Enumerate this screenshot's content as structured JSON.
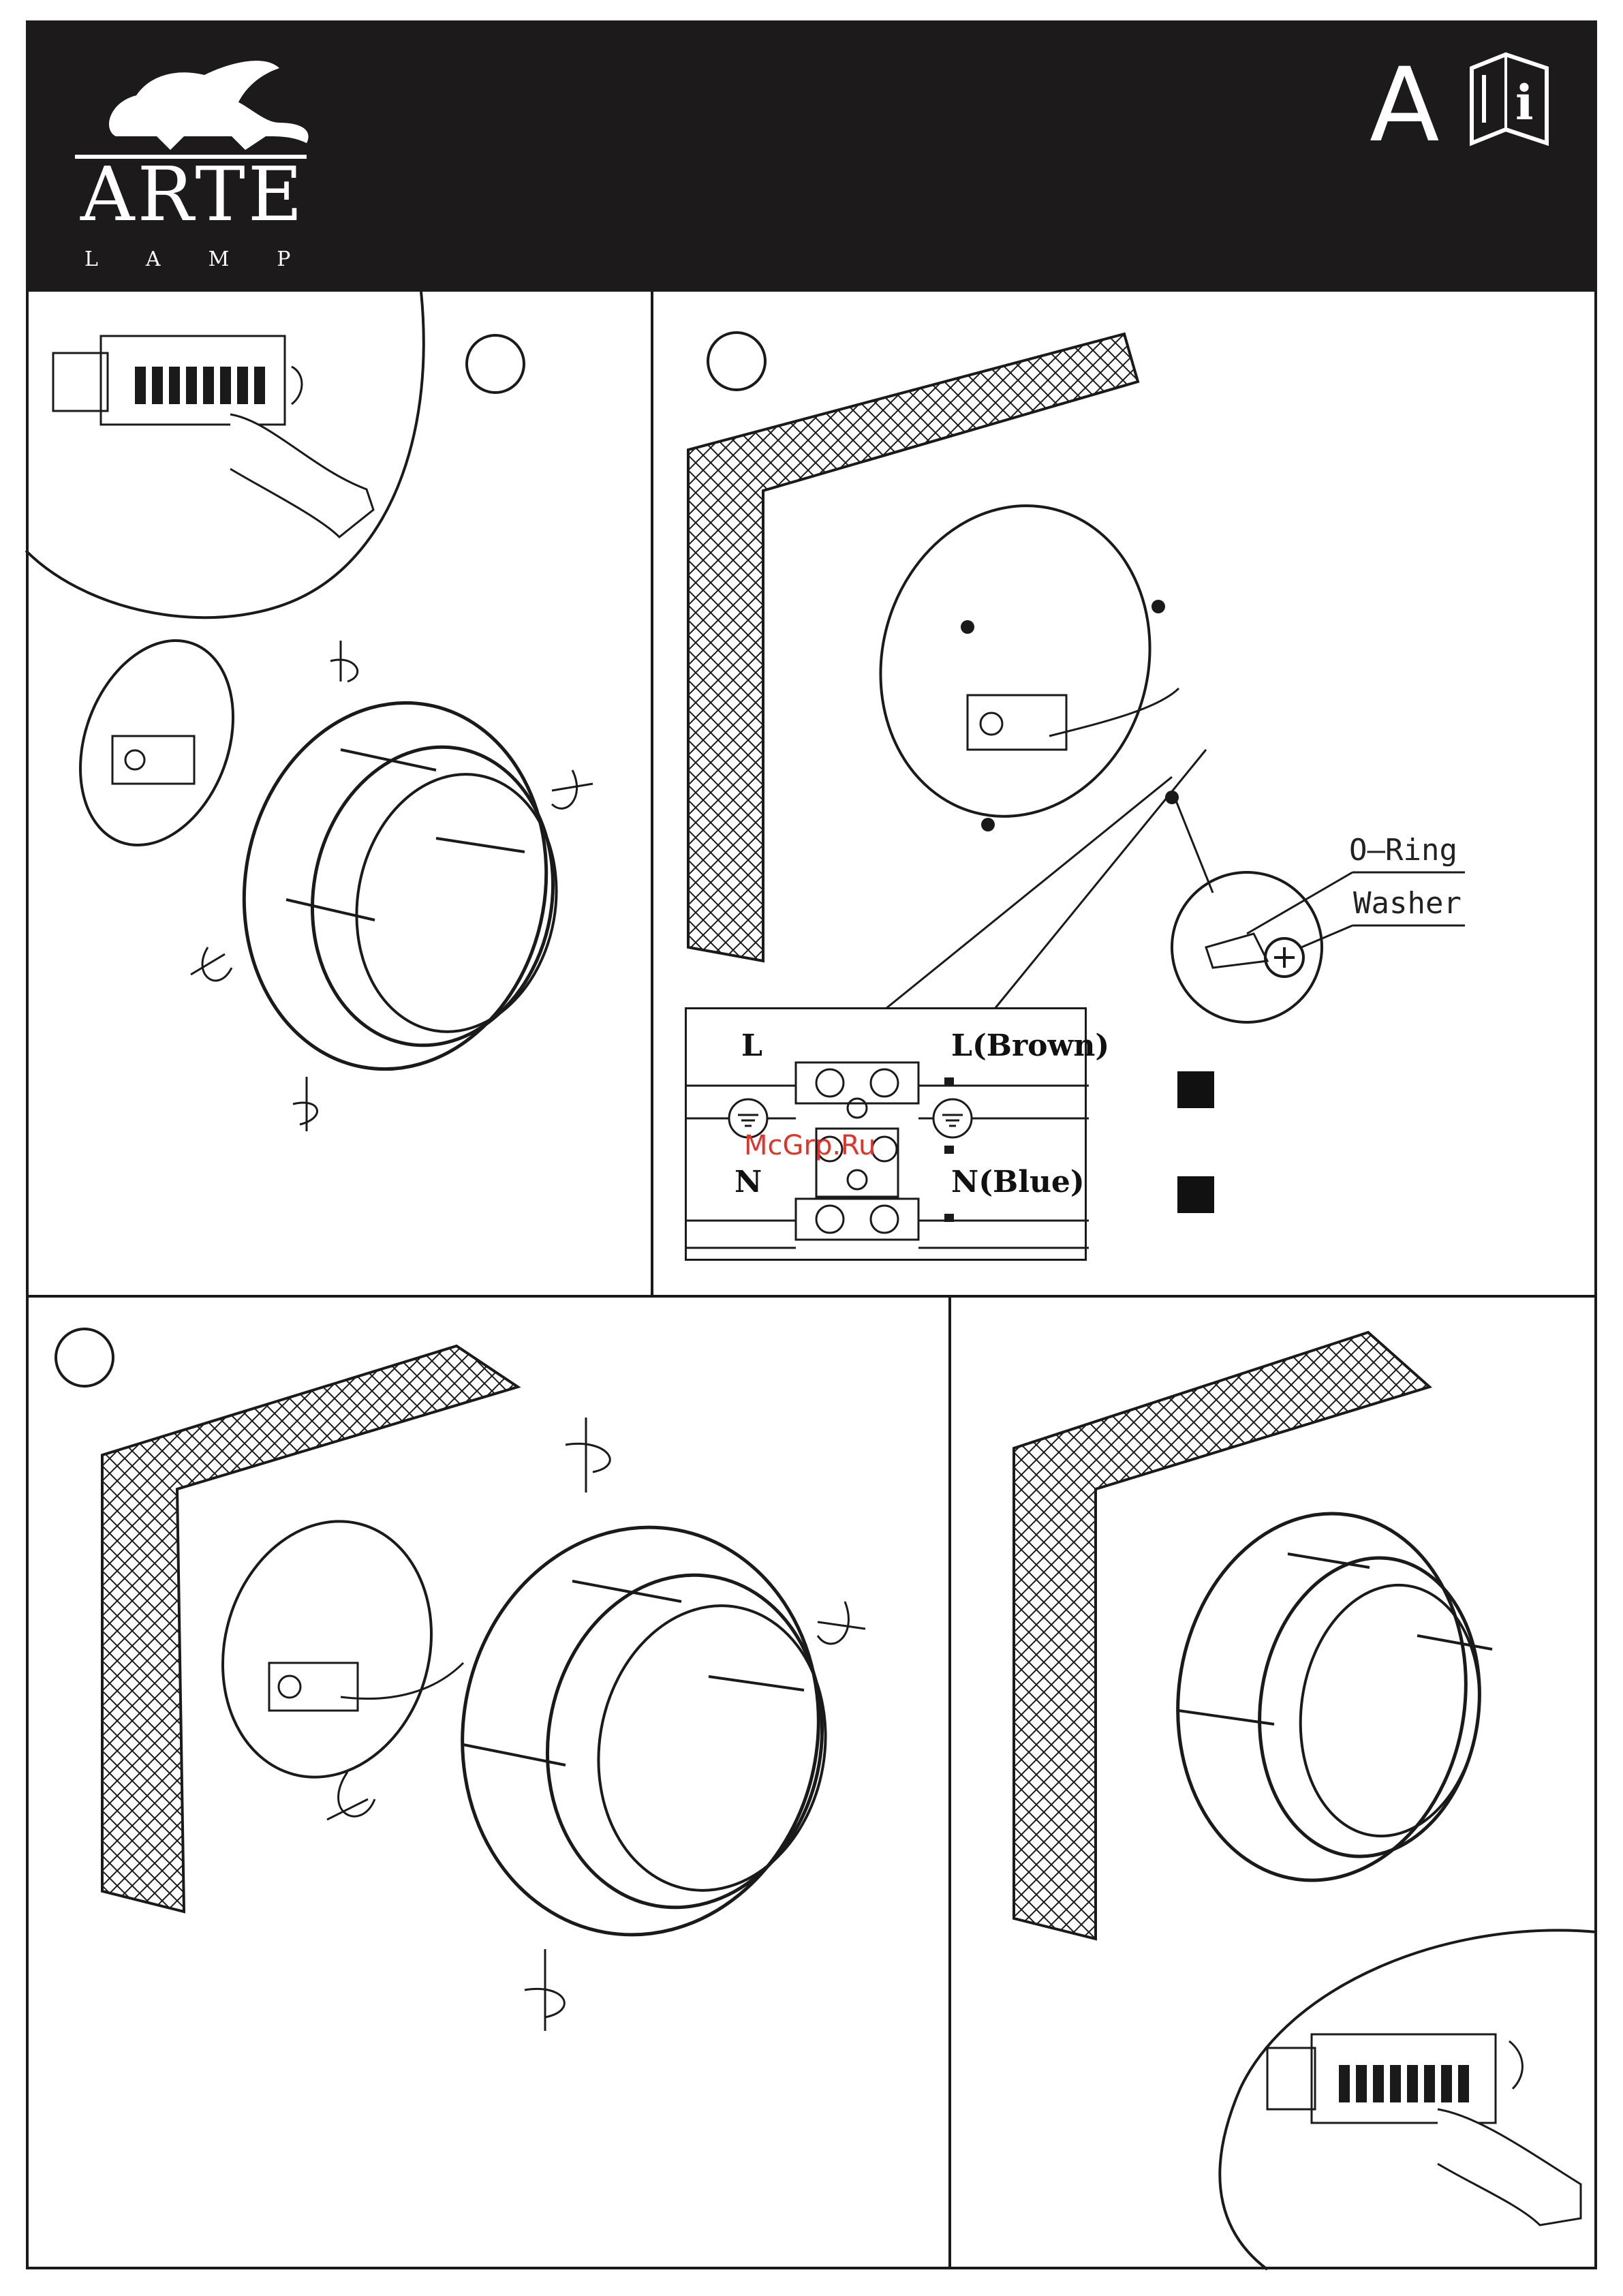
{
  "header": {
    "brand": "ARTE",
    "brand_sub": "LAMP",
    "page_letter": "A",
    "logo_icon": "griffin-logo",
    "manual_icon": "info-manual-icon"
  },
  "panel_2": {
    "o_ring_label": "O—Ring",
    "washer_label": "Washer",
    "wiring": {
      "left_top": "L",
      "left_bottom": "N",
      "right_top": "L(Brown)",
      "right_bottom": "N(Blue)"
    }
  },
  "watermark": "McGrp.Ru"
}
